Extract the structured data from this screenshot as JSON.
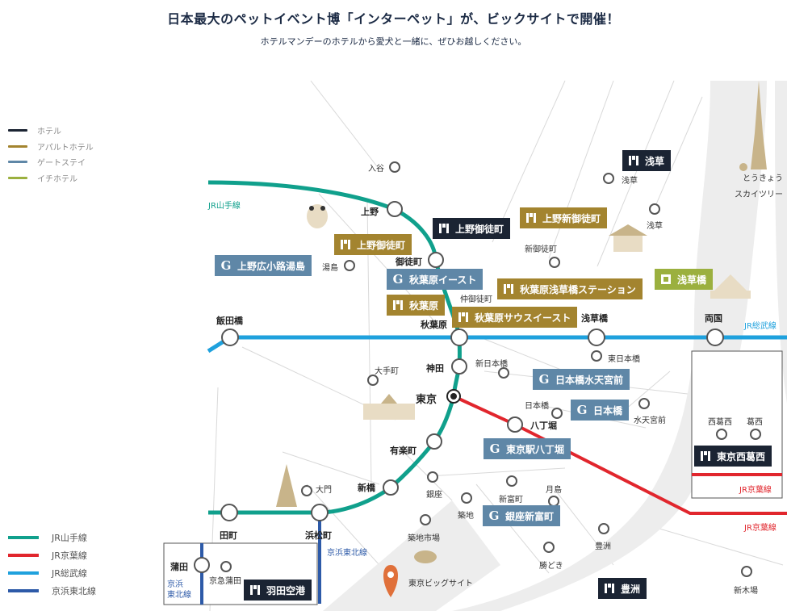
{
  "header": {
    "title": "日本最大のペットイベント博「インターペット」が、ビックサイトで開催！",
    "subtitle": "ホテルマンデーのホテルから愛犬と一緒に、ぜひお越しください。"
  },
  "legend_brands": [
    {
      "label": "ホテル",
      "color": "#1b2433"
    },
    {
      "label": "アパルトホテル",
      "color": "#a3842f"
    },
    {
      "label": "ゲートステイ",
      "color": "#5f87a7"
    },
    {
      "label": "イチホテル",
      "color": "#9bb03f"
    }
  ],
  "legend_lines": [
    {
      "label": "JR山手線",
      "color": "#10a08c"
    },
    {
      "label": "JR京葉線",
      "color": "#e1262d"
    },
    {
      "label": "JR総武線",
      "color": "#1fa1dd"
    },
    {
      "label": "京浜東北線",
      "color": "#2d5aa8"
    }
  ],
  "line_labels": {
    "yamanote": "JR山手線",
    "sobu": "JR総武線",
    "keiyo_inset": "JR京葉線",
    "keiyo": "JR京葉線",
    "keihin": "京浜東北線",
    "keihin_inset": "京浜\n東北線"
  },
  "stations": {
    "iriya": "入谷",
    "ueno": "上野",
    "okachimachi": "御徒町",
    "yushima": "湯島",
    "shinokachimachi": "新御徒町",
    "nakaokachimachi": "仲御徒町",
    "asakusa1": "浅草",
    "asakusa2": "浅草",
    "akihabara": "秋葉原",
    "iidabashi": "飯田橋",
    "asakusabashi": "浅草橋",
    "ryogoku": "両国",
    "kanda": "神田",
    "shinnihonbashi": "新日本橋",
    "higashinihonbashi": "東日本橋",
    "otemachi": "大手町",
    "tokyo": "東京",
    "nihonbashi": "日本橋",
    "suitengumae": "水天宮前",
    "hatchobori": "八丁堀",
    "yurakucho": "有楽町",
    "ginza": "銀座",
    "shintomicho": "新富町",
    "tsukishima": "月島",
    "shinbashi": "新橋",
    "daimon": "大門",
    "tsukiji": "築地",
    "tsukijishijo": "築地市場",
    "toyosu": "豊洲",
    "kachidoki": "勝どき",
    "tamachi": "田町",
    "hamamatsucho": "浜松町",
    "kamata": "蒲田",
    "keikyukamata": "京急蒲田",
    "nishikasai": "西葛西",
    "kasai": "葛西",
    "shinkiba": "新木場",
    "skytree": "とうきょう\nスカイツリー",
    "bigsight": "東京ビッグサイト"
  },
  "hotels": [
    {
      "key": "asakusa",
      "brand": "hotel",
      "name": "浅草"
    },
    {
      "key": "uenookachimachi_h",
      "brand": "hotel",
      "name": "上野御徒町"
    },
    {
      "key": "ueno_shinokachimachi",
      "brand": "apart",
      "name": "上野新御徒町"
    },
    {
      "key": "uenookachimachi_a",
      "brand": "apart",
      "name": "上野御徒町"
    },
    {
      "key": "uenohirokoji",
      "brand": "gate",
      "name": "上野広小路湯島"
    },
    {
      "key": "akihabara_east",
      "brand": "gate",
      "name": "秋葉原イースト"
    },
    {
      "key": "akihabara_asakusabashi",
      "brand": "apart",
      "name": "秋葉原浅草橋ステーション"
    },
    {
      "key": "asakusabashi",
      "brand": "ichi",
      "name": "浅草橋"
    },
    {
      "key": "akihabara",
      "brand": "apart",
      "name": "秋葉原"
    },
    {
      "key": "akihabara_southeast",
      "brand": "apart",
      "name": "秋葉原サウスイースト"
    },
    {
      "key": "nihonbashi_suitengu",
      "brand": "gate",
      "name": "日本橋水天宮前"
    },
    {
      "key": "nihonbashi",
      "brand": "gate",
      "name": "日本橋"
    },
    {
      "key": "tokyo_hatchobori",
      "brand": "gate",
      "name": "東京駅八丁堀"
    },
    {
      "key": "tokyo_nishikasai",
      "brand": "hotel",
      "name": "東京西葛西"
    },
    {
      "key": "ginza_shintomicho",
      "brand": "gate",
      "name": "銀座新富町"
    },
    {
      "key": "haneda",
      "brand": "hotel",
      "name": "羽田空港"
    },
    {
      "key": "toyosu",
      "brand": "hotel",
      "name": "豊洲"
    }
  ],
  "colors": {
    "hotel": "#1b2433",
    "apart": "#a3842f",
    "gate": "#5f87a7",
    "ichi": "#9bb03f",
    "pin": "#e0703a"
  }
}
